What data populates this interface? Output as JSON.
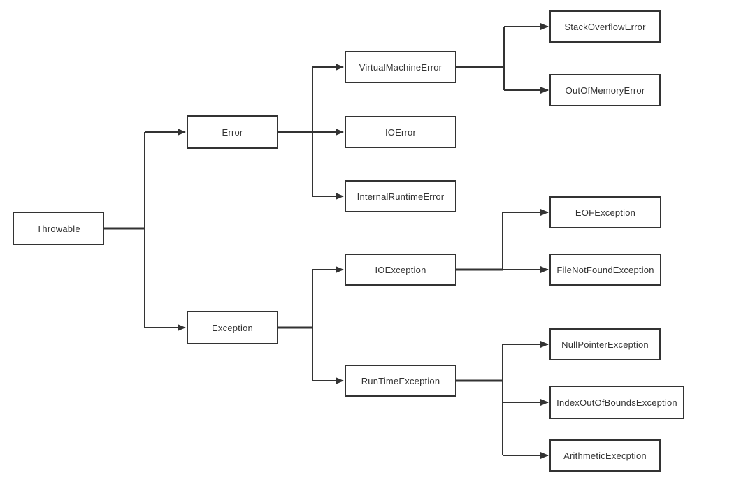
{
  "diagram": {
    "kind": "class-hierarchy-flowchart",
    "colors": {
      "line": "#333333",
      "box_border": "#333333",
      "text": "#333333",
      "background": "#ffffff"
    },
    "nodes": {
      "throwable": {
        "label": "Throwable"
      },
      "error": {
        "label": "Error"
      },
      "exception": {
        "label": "Exception"
      },
      "virtual_machine_error": {
        "label": "VirtualMachineError"
      },
      "io_error": {
        "label": "IOError"
      },
      "internal_runtime_error": {
        "label": "InternalRuntimeError"
      },
      "stack_overflow_error": {
        "label": "StackOverflowError"
      },
      "out_of_memory_error": {
        "label": "OutOfMemoryError"
      },
      "io_exception": {
        "label": "IOException"
      },
      "runtime_exception": {
        "label": "RunTimeException"
      },
      "eof_exception": {
        "label": "EOFException"
      },
      "file_not_found_exception": {
        "label": "FileNotFoundException"
      },
      "null_pointer_exception": {
        "label": "NullPointerException"
      },
      "index_out_of_bounds_exception": {
        "label": "IndexOutOfBoundsException"
      },
      "arithmetic_execption": {
        "label": "ArithmeticExecption"
      }
    },
    "edges": [
      {
        "parent": "Throwable",
        "child": "Error"
      },
      {
        "parent": "Throwable",
        "child": "Exception"
      },
      {
        "parent": "Error",
        "child": "VirtualMachineError"
      },
      {
        "parent": "Error",
        "child": "IOError"
      },
      {
        "parent": "Error",
        "child": "InternalRuntimeError"
      },
      {
        "parent": "VirtualMachineError",
        "child": "StackOverflowError"
      },
      {
        "parent": "VirtualMachineError",
        "child": "OutOfMemoryError"
      },
      {
        "parent": "Exception",
        "child": "IOException"
      },
      {
        "parent": "Exception",
        "child": "RunTimeException"
      },
      {
        "parent": "IOException",
        "child": "EOFException"
      },
      {
        "parent": "IOException",
        "child": "FileNotFoundException"
      },
      {
        "parent": "RunTimeException",
        "child": "NullPointerException"
      },
      {
        "parent": "RunTimeException",
        "child": "IndexOutOfBoundsException"
      },
      {
        "parent": "RunTimeException",
        "child": "ArithmeticExecption"
      }
    ]
  }
}
